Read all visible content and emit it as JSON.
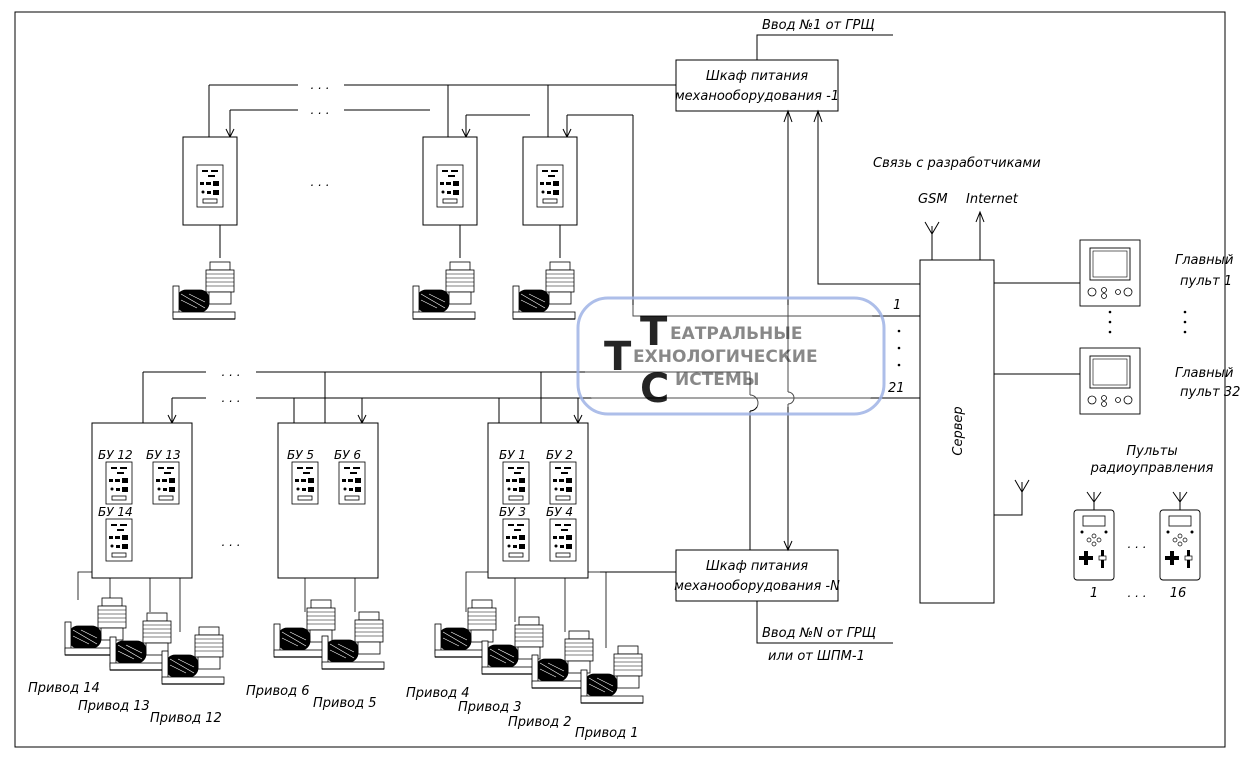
{
  "power_cabinets": {
    "first": {
      "line1": "Шкаф питания",
      "line2": "механооборудования -1"
    },
    "last": {
      "line1": "Шкаф питания",
      "line2": "механооборудования -N"
    }
  },
  "feeds": {
    "input_1": "Ввод №1 от ГРЩ",
    "input_n_line1": "Ввод №N от ГРЩ",
    "input_n_line2": "или от ШПМ-1"
  },
  "dev_link": {
    "title": "Связь с разработчиками",
    "gsm": "GSM",
    "internet": "Internet"
  },
  "server": {
    "label": "Сервер",
    "line_first": "1",
    "line_last": "21"
  },
  "main_consoles": {
    "first_line1": "Главный",
    "first_line2": "пульт 1",
    "last_line1": "Главный",
    "last_line2": "пульт 32"
  },
  "radio_consoles": {
    "title_line1": "Пульты",
    "title_line2": "радиоуправления",
    "first": "1",
    "last": "16"
  },
  "ellipsis": ". . .",
  "control_units": {
    "bu12": "БУ 12",
    "bu13": "БУ 13",
    "bu14": "БУ 14",
    "bu5": "БУ 5",
    "bu6": "БУ 6",
    "bu1": "БУ 1",
    "bu2": "БУ 2",
    "bu3": "БУ 3",
    "bu4": "БУ 4"
  },
  "drives": {
    "d14": "Привод 14",
    "d13": "Привод 13",
    "d12": "Привод 12",
    "d6": "Привод 6",
    "d5": "Привод 5",
    "d4": "Привод 4",
    "d3": "Привод 3",
    "d2": "Привод 2",
    "d1": "Привод 1"
  },
  "watermark": {
    "color": "#e06666",
    "border_color": "#9fb3e6",
    "l1_initial": "Т",
    "l1_rest": "ЕАТРАЛЬНЫЕ",
    "l2_initial": "Т",
    "l2_rest": "ЕХНОЛОГИЧЕСКИЕ",
    "l3_initial": "С",
    "l3_rest": "ИСТЕМЫ"
  }
}
